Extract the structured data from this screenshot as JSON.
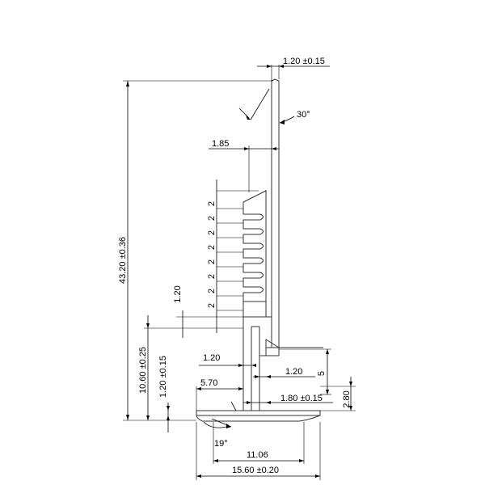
{
  "dimensions": {
    "top_wall_thickness": "1.20 ±0.15",
    "tip_angle": "30°",
    "fin_offset": "1.85",
    "fin_pitch_labels": [
      "2",
      "2",
      "2",
      "2",
      "2",
      "2",
      "2",
      "2"
    ],
    "fin_thickness": "1.20",
    "overall_height": "43.20 ±0.36",
    "lower_height": "10.60 ±0.25",
    "lower_wall": "1.20 ±0.15",
    "gap_width": "1.20",
    "inner_wall": "1.20",
    "step_height": "5",
    "base_span": "5.70",
    "base_wall": "1.80 ±0.15",
    "base_height": "2.80",
    "foot_angle": "19°",
    "inner_width": "11.06",
    "overall_width": "15.60 ±0.20"
  }
}
